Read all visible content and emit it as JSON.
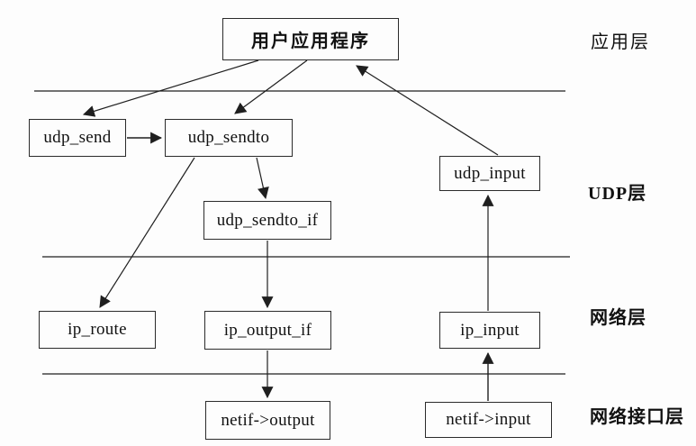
{
  "diagram": {
    "title_hint": "UDP send/receive call flow across protocol stack layers",
    "nodes": {
      "user_app": {
        "label": "用户应用程序"
      },
      "udp_send": {
        "label": "udp_send"
      },
      "udp_sendto": {
        "label": "udp_sendto"
      },
      "udp_sendto_if": {
        "label": "udp_sendto_if"
      },
      "udp_input": {
        "label": "udp_input"
      },
      "ip_route": {
        "label": "ip_route"
      },
      "ip_output_if": {
        "label": "ip_output_if"
      },
      "ip_input": {
        "label": "ip_input"
      },
      "netif_output": {
        "label": "netif->output"
      },
      "netif_input": {
        "label": "netif->input"
      }
    },
    "layers": {
      "application": {
        "label": "应用层"
      },
      "udp": {
        "label": "UDP层"
      },
      "network": {
        "label": "网络层"
      },
      "netif": {
        "label": "网络接口层"
      }
    },
    "edges": [
      {
        "from": "user_app",
        "to": "udp_send"
      },
      {
        "from": "user_app",
        "to": "udp_sendto"
      },
      {
        "from": "udp_send",
        "to": "udp_sendto"
      },
      {
        "from": "udp_sendto",
        "to": "udp_sendto_if"
      },
      {
        "from": "udp_sendto",
        "to": "ip_route"
      },
      {
        "from": "udp_sendto_if",
        "to": "ip_output_if"
      },
      {
        "from": "ip_output_if",
        "to": "netif_output"
      },
      {
        "from": "netif_input",
        "to": "ip_input"
      },
      {
        "from": "ip_input",
        "to": "udp_input"
      },
      {
        "from": "udp_input",
        "to": "user_app"
      }
    ],
    "colors": {
      "line": "#1f1f1f",
      "box_border": "#2b2b2b",
      "background": "#fdfdfd"
    }
  }
}
